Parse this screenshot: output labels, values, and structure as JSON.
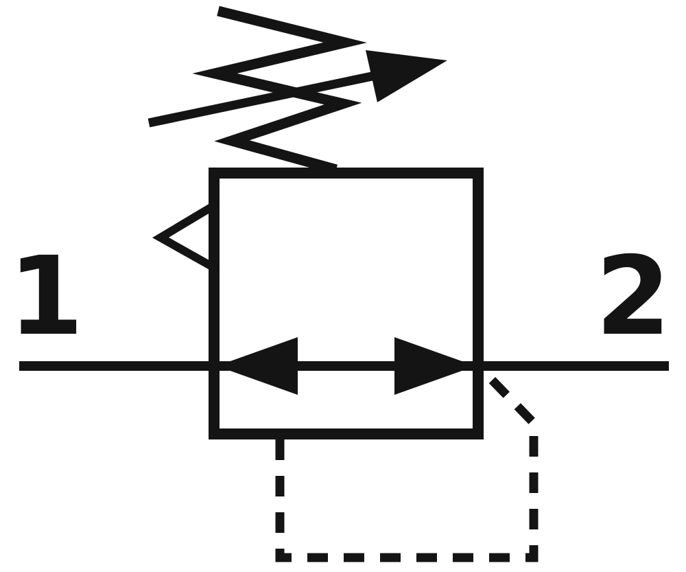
{
  "colors": {
    "ink": "#141414",
    "background": "#ffffff"
  },
  "symbol": {
    "description_icons": [
      "spring-icon",
      "adjustment-arrow-icon",
      "vent-triangle-icon",
      "flow-arrow-left-icon",
      "flow-arrow-right-icon",
      "pilot-line-dashed",
      "valve-body-box",
      "main-flow-line"
    ],
    "ports": {
      "left_label": "1",
      "right_label": "2"
    }
  }
}
